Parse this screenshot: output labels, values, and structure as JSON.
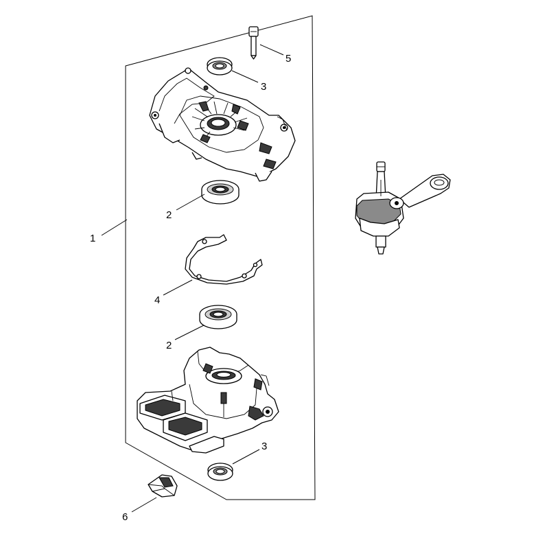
{
  "callouts": {
    "c1": "1",
    "c2a": "2",
    "c2b": "2",
    "c3a": "3",
    "c3b": "3",
    "c4": "4",
    "c5": "5",
    "c6": "6"
  },
  "colors": {
    "line": "#000000",
    "background": "#ffffff",
    "shade_dark": "#3a3a3a",
    "shade_mid": "#8a8a8a",
    "shade_light": "#cfcfcf"
  }
}
